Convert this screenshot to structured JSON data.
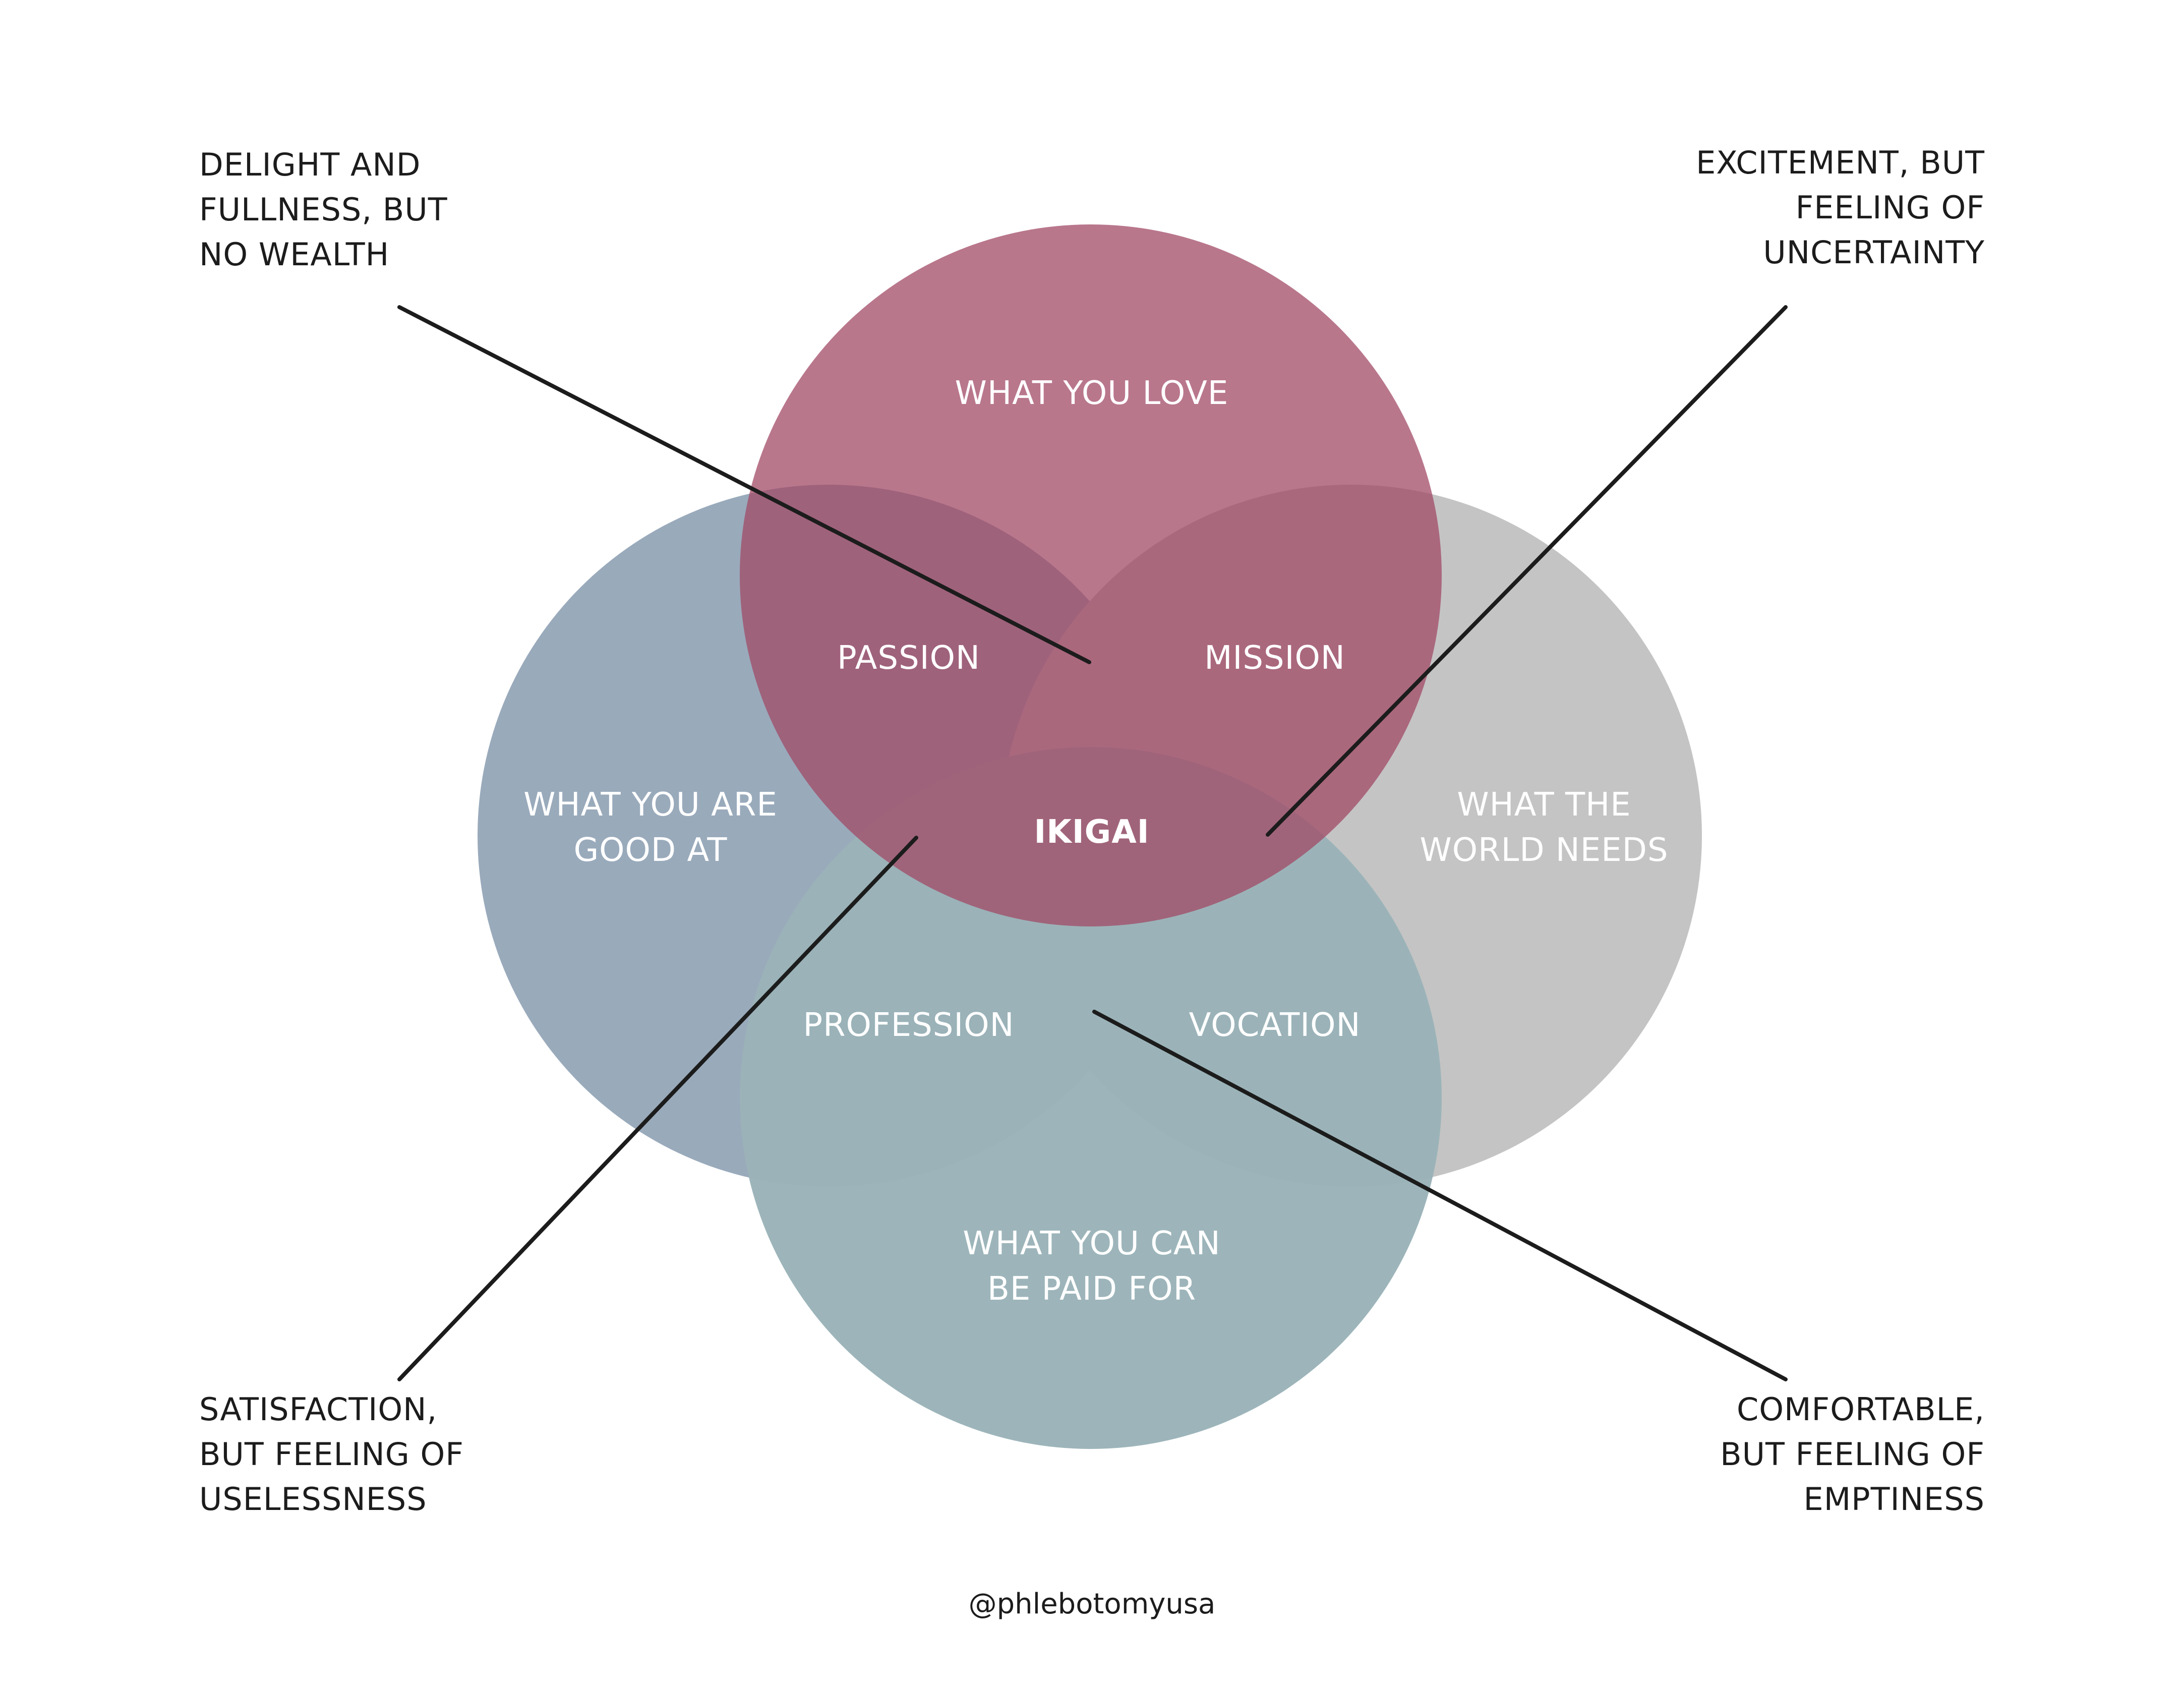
{
  "circles": {
    "love": {
      "label": "WHAT YOU LOVE",
      "color": "#b57384"
    },
    "good_at": {
      "label": "WHAT YOU ARE\nGOOD AT",
      "color": "#99aabb"
    },
    "world_needs": {
      "label": "WHAT THE\nWORLD NEEDS",
      "color": "#c4c4c4"
    },
    "paid_for": {
      "label": "WHAT YOU CAN\nBE PAID FOR",
      "color": "#9ab3b8"
    }
  },
  "overlaps": {
    "passion": "PASSION",
    "mission": "MISSION",
    "profession": "PROFESSION",
    "vocation": "VOCATION",
    "center": "IKIGAI"
  },
  "callouts": {
    "top_left": "DELIGHT AND\nFULLNESS, BUT\nNO WEALTH",
    "top_right": "EXCITEMENT, BUT\nFEELING OF\nUNCERTAINTY",
    "bottom_left": "SATISFACTION,\nBUT FEELING OF\nUSELESSNESS",
    "bottom_right": "COMFORTABLE,\nBUT FEELING OF\nEMPTINESS"
  },
  "footer": {
    "handle": "@phlebotomyusa"
  },
  "colors": {
    "line": "#1c1c1c",
    "text_light": "#ffffff",
    "text_dark": "#1c1c1c"
  }
}
